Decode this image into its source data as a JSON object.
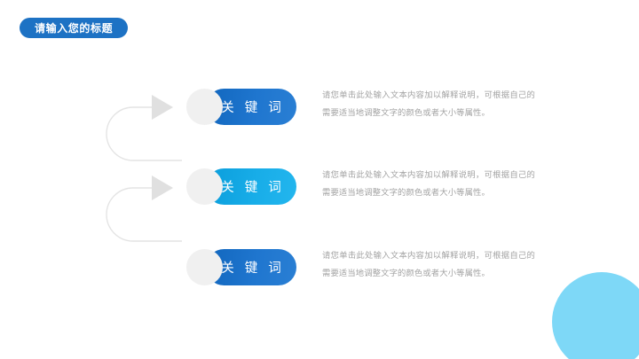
{
  "slide": {
    "background_color": "#ffffff",
    "title": {
      "text": "请输入您的标题",
      "background_color": "#1d72c4",
      "text_color": "#ffffff"
    },
    "decoration": {
      "corner_circle_color": "#7ed8f7",
      "connector_color": "#e2e2e2",
      "bubble_color": "#f0f0f0"
    },
    "body_text_color": "#a3a3a3",
    "items": [
      {
        "keyword": "关 键 词",
        "description": "请您单击此处输入文本内容加以解释说明，可根据自己的需要适当地调整文字的颜色或者大小等属性。",
        "pill_color": "#1f76cf",
        "tone": "dark"
      },
      {
        "keyword": "关 键 词",
        "description": "请您单击此处输入文本内容加以解释说明，可根据自己的需要适当地调整文字的颜色或者大小等属性。",
        "pill_color": "#18ade8",
        "tone": "light"
      },
      {
        "keyword": "关 键 词",
        "description": "请您单击此处输入文本内容加以解释说明，可根据自己的需要适当地调整文字的颜色或者大小等属性。",
        "pill_color": "#1f76cf",
        "tone": "dark"
      }
    ]
  }
}
